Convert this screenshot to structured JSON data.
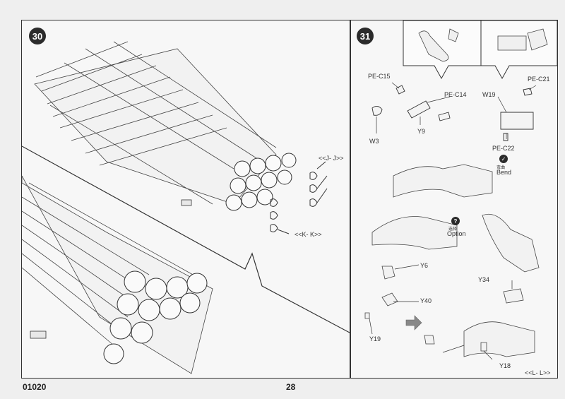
{
  "footer": {
    "code": "01020",
    "page_number": "28"
  },
  "step30": {
    "number": "30",
    "section_labels": {
      "jj": "<<J- J>>",
      "kk": "<<K- K>>"
    }
  },
  "step31": {
    "number": "31",
    "parts": {
      "pe_c15": "PE-C15",
      "pe_c14": "PE-C14",
      "pe_c21": "PE-C21",
      "pe_c22": "PE-C22",
      "w19": "W19",
      "w3": "W3",
      "y9": "Y9",
      "y6": "Y6",
      "y40": "Y40",
      "y19": "Y19",
      "y34": "Y34",
      "y18": "Y18"
    },
    "bend": {
      "cn": "弯曲",
      "en": "Bend"
    },
    "option": {
      "cn": "选择",
      "en": "Option"
    },
    "section_label": "<<L- L>>"
  }
}
